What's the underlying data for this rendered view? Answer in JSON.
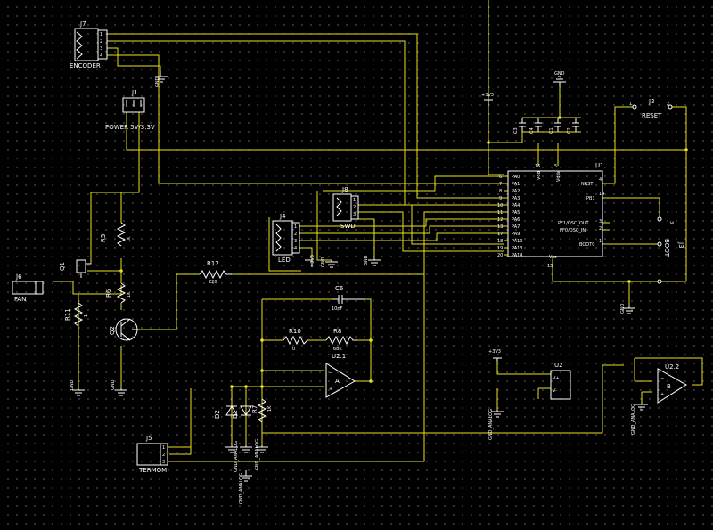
{
  "components": {
    "j7": {
      "ref": "J7",
      "name": "ENCODER",
      "pins": [
        "1",
        "2",
        "3",
        "4"
      ]
    },
    "j1": {
      "ref": "J1",
      "name": "POWER 5V/3.3V"
    },
    "j6": {
      "ref": "J6",
      "name": "FAN"
    },
    "j4": {
      "ref": "J4",
      "name": "LED",
      "pins": [
        "1",
        "2",
        "3",
        "4"
      ]
    },
    "j8": {
      "ref": "J8",
      "name": "SWD",
      "pins": [
        "1",
        "2",
        "3"
      ]
    },
    "j2": {
      "ref": "J2",
      "name": "RESET",
      "pins": [
        "1",
        "2"
      ]
    },
    "j3": {
      "ref": "J3",
      "name": "BOOT",
      "pins": [
        "1",
        "2",
        "3"
      ]
    },
    "j5": {
      "ref": "J5",
      "name": "TERMOM",
      "pins": [
        "1",
        "2",
        "3"
      ]
    },
    "u1": {
      "ref": "U1",
      "left_pins": [
        {
          "name": "PA0",
          "num": "6"
        },
        {
          "name": "PA1",
          "num": "7"
        },
        {
          "name": "PA2",
          "num": "8"
        },
        {
          "name": "PA3",
          "num": "9"
        },
        {
          "name": "PA4",
          "num": "10"
        },
        {
          "name": "PA5",
          "num": "11"
        },
        {
          "name": "PA6",
          "num": "12"
        },
        {
          "name": "PA7",
          "num": "13"
        },
        {
          "name": "PA9",
          "num": "17"
        },
        {
          "name": "PA10",
          "num": "18"
        },
        {
          "name": "PA13",
          "num": "19"
        },
        {
          "name": "PA14",
          "num": "20"
        }
      ],
      "right_pins": [
        {
          "name": "NRST",
          "num": "4"
        },
        {
          "name": "PB1",
          "num": "14"
        },
        {
          "name": "PF1/OSC_OUT",
          "num": "3"
        },
        {
          "name": "PF0/OSC_IN",
          "num": "2"
        },
        {
          "name": "BOOT0",
          "num": "1"
        }
      ],
      "top_pins": [
        {
          "name": "Vdd",
          "num": "16"
        },
        {
          "name": "Vdda",
          "num": "5"
        }
      ],
      "bottom_pin": {
        "name": "Vss",
        "num": "15"
      }
    },
    "u2": {
      "ref": "U2",
      "pins": [
        "V+",
        "V-"
      ]
    },
    "u2_1": {
      "ref": "U2.1",
      "body": "A"
    },
    "u2_2": {
      "ref": "U2.2",
      "body": "B"
    },
    "q1": {
      "ref": "Q1"
    },
    "q2": {
      "ref": "Q2"
    },
    "r5": {
      "ref": "R5",
      "value": "1K"
    },
    "r6": {
      "ref": "R6",
      "value": "1K"
    },
    "r11": {
      "ref": "R11",
      "value": "1"
    },
    "r12": {
      "ref": "R12",
      "value": "220"
    },
    "r10": {
      "ref": "R10",
      "value": "0"
    },
    "r8": {
      "ref": "R8",
      "value": "68K"
    },
    "r7": {
      "ref": "R7",
      "value": "1K"
    },
    "c6": {
      "ref": "C6",
      "value": "10nF"
    },
    "c3": {
      "ref": "C3"
    },
    "c4": {
      "ref": "C4"
    },
    "c1": {
      "ref": "C1"
    },
    "c2": {
      "ref": "C2"
    },
    "d2": {
      "ref": "D2"
    },
    "d1": {
      "ref": "D1"
    }
  },
  "net_labels": {
    "plus3v3": "+3V3",
    "plus3v3_b": "+3V3",
    "gnd": "GND",
    "gnd_analog": "GND_ANALOG"
  },
  "colors": {
    "wire": "#e8e020",
    "component": "#ffffff",
    "background": "#000000",
    "grid": "#5a5a5a"
  }
}
